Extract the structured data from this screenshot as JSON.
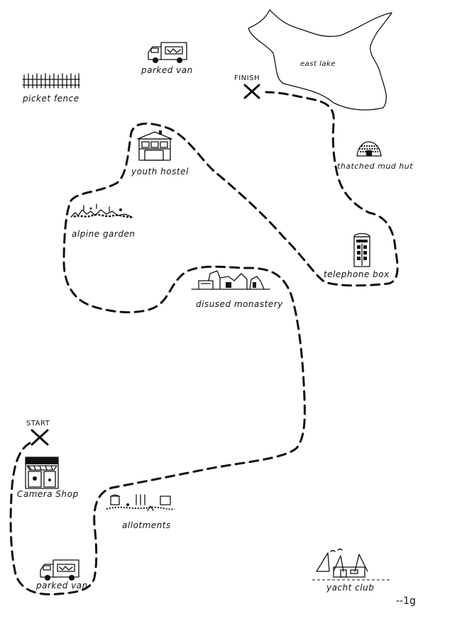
{
  "map": {
    "start_label": "START",
    "finish_label": "FINISH",
    "page_number": "--1g",
    "landmarks": {
      "parked_van_top": "parked van",
      "picket_fence": "picket fence",
      "east_lake": "east lake",
      "youth_hostel": "youth hostel",
      "thatched_mud_hut": "thatched mud hut",
      "alpine_garden": "alpine garden",
      "telephone_box": "telephone box",
      "disused_monastery": "disused monastery",
      "camera_shop": "Camera Shop",
      "allotments": "allotments",
      "parked_van_bottom": "parked van",
      "yacht_club": "yacht club"
    },
    "icons": {
      "van": "van-icon",
      "fence": "picket-fence-icon",
      "lake": "lake-icon",
      "house": "house-icon",
      "hut": "hut-icon",
      "garden": "garden-icon",
      "phone_box": "telephone-box-icon",
      "ruin": "ruin-icon",
      "shop": "shop-icon",
      "allotment": "allotment-icon",
      "yacht": "yacht-club-icon",
      "marker": "x-marker-icon"
    }
  }
}
